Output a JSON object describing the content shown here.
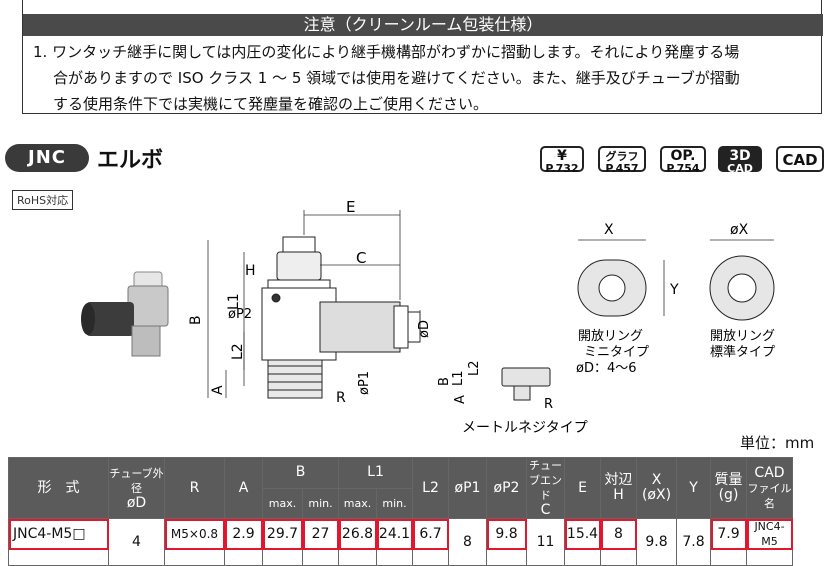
{
  "notice": {
    "title": "注意（クリーンルーム包装仕様）",
    "line1": "1. ワンタッチ継手に関しては内圧の変化により継手機構部がわずかに摺動します。それにより発塵する場",
    "line2": "合がありますので ISO クラス 1 ～ 5 領域では使用を避けてください。また、継手及びチューブが摺動",
    "line3": "する使用条件下では実機にて発塵量を確認の上ご使用ください。"
  },
  "header": {
    "series": "JNC",
    "title": "エルボ",
    "rohs": "RoHS対応"
  },
  "icons": [
    {
      "name": "price-icon",
      "top": "¥",
      "bottom": "P.732"
    },
    {
      "name": "graph-icon",
      "top": "グラフ",
      "bottom": "P.457"
    },
    {
      "name": "option-icon",
      "top": "OP.",
      "bottom": "P.754"
    },
    {
      "name": "3d-cad-icon",
      "top": "3D",
      "bottom": "CAD"
    },
    {
      "name": "cad-icon",
      "top": "CAD",
      "bottom": ""
    }
  ],
  "drawing": {
    "E": "E",
    "C": "C",
    "H": "H",
    "B": "B",
    "L1": "L1",
    "L2": "L2",
    "A": "A",
    "P2": "øP2",
    "P1": "øP1",
    "D": "øD",
    "R": "R",
    "X": "X",
    "Y": "Y",
    "oX": "øX",
    "ring_mini_1": "開放リング",
    "ring_mini_2": "ミニタイプ",
    "ring_mini_3": "øD：4～6",
    "ring_std_1": "開放リング",
    "ring_std_2": "標準タイプ",
    "metric": "メートルネジタイプ"
  },
  "unit": "単位：mm",
  "table": {
    "headers": {
      "model": "形　式",
      "tube": "チューブ外径",
      "tube2": "øD",
      "R": "R",
      "A": "A",
      "B": "B",
      "L1": "L1",
      "max": "max.",
      "min": "min.",
      "L2": "L2",
      "P1": "øP1",
      "P2": "øP2",
      "C1": "チューブエンド",
      "C2": "C",
      "E": "E",
      "H1": "対辺",
      "H2": "H",
      "X1": "X",
      "X2": "(øX)",
      "Y": "Y",
      "mass1": "質量",
      "mass2": "(g)",
      "cad1": "CAD",
      "cad2": "ファイル名"
    },
    "row": {
      "model": "JNC4-M5□",
      "tube": "4",
      "R": "M5×0.8",
      "A": "2.9",
      "B_max": "29.7",
      "B_min": "27",
      "L1_max": "26.8",
      "L1_min": "24.1",
      "L2": "6.7",
      "P1": "8",
      "P2": "9.8",
      "C": "11",
      "E": "15.4",
      "H": "8",
      "X": "9.8",
      "Y": "7.8",
      "mass": "7.9",
      "cad": "JNC4-M5"
    }
  }
}
